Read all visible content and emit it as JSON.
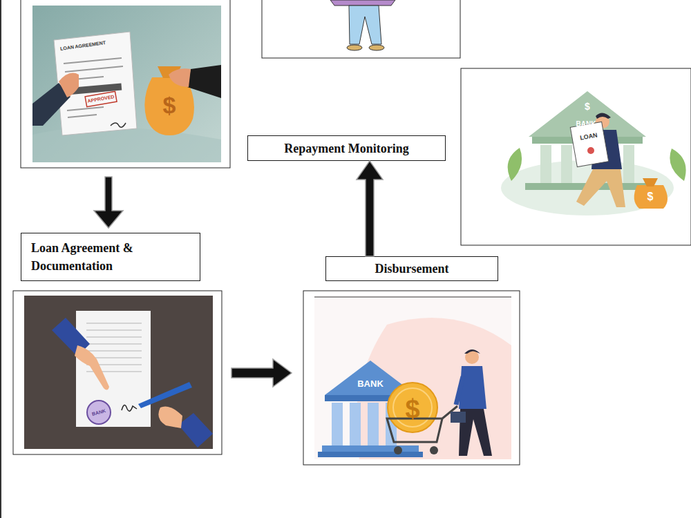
{
  "diagram": {
    "nodes": [
      {
        "text": [
          "Repayment Monitoring"
        ]
      },
      {
        "text": [
          "Loan Agreement & Documentation"
        ]
      },
      {
        "text": [
          "Disbursement"
        ]
      }
    ],
    "edges": [
      {
        "from": 2,
        "to": 0,
        "arrow": "to"
      }
    ],
    "labels": [
      "LOAN AGREEMENT",
      "APPROVED",
      "$",
      "$",
      "BANK",
      "LOAN",
      "$",
      "BANK",
      "BANK",
      "$"
    ]
  }
}
